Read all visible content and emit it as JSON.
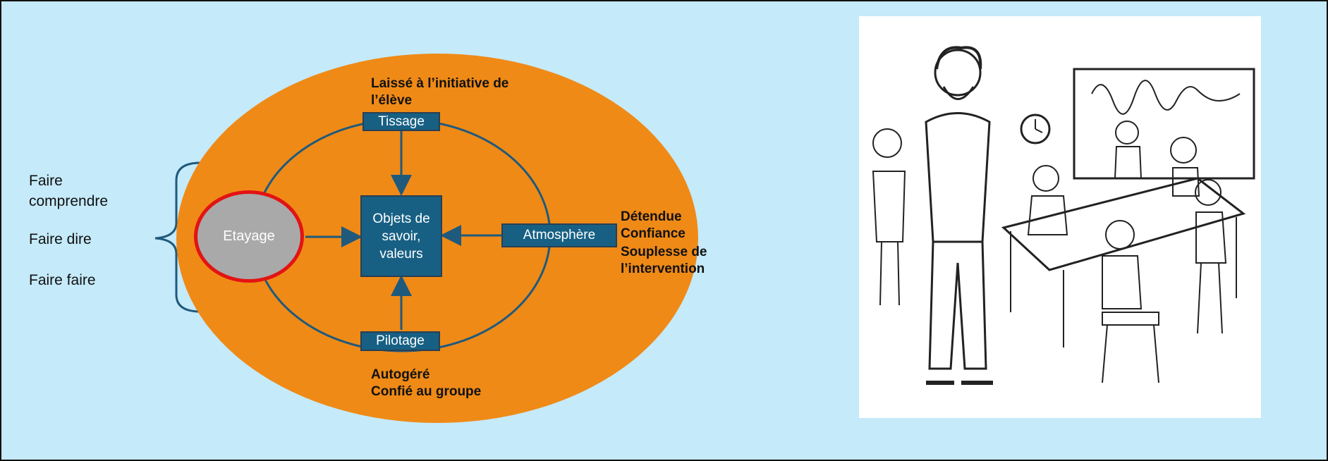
{
  "left_labels": [
    "Faire comprendre",
    "Faire dire",
    "Faire faire"
  ],
  "diagram": {
    "center_label": "Objets de savoir, valeurs",
    "etayage_label": "Etayage",
    "tissage_label": "Tissage",
    "pilotage_label": "Pilotage",
    "atmosphere_label": "Atmosphère",
    "tissage_note": "Laissé à l’initiative de l’élève",
    "pilotage_note_1": "Autogéré",
    "pilotage_note_2": "Confié au groupe",
    "atmosphere_note_1": "Détendue",
    "atmosphere_note_2": "Confiance",
    "atmosphere_note_3": "Souplesse de l’intervention"
  },
  "colors": {
    "background": "#c5eaf9",
    "outer_ellipse": "#ef8a17",
    "node_fill": "#176084",
    "connector": "#1f5a7c",
    "etayage_fill": "#a9a9a9",
    "etayage_border": "#e31313"
  }
}
